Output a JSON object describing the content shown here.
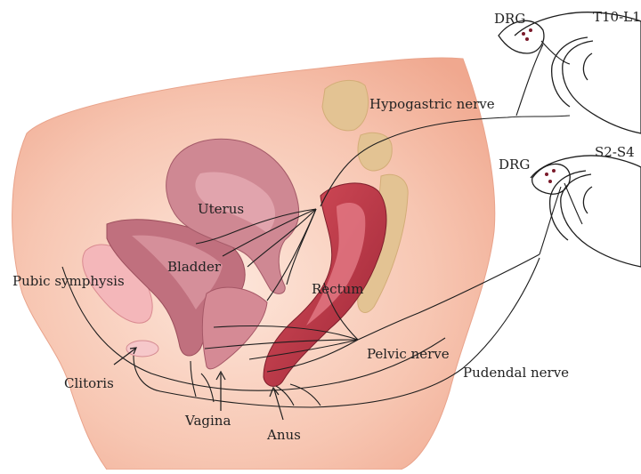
{
  "labels": {
    "drg_upper": "DRG",
    "segment_upper": "T10-L1",
    "drg_lower": "DRG",
    "segment_lower": "S2-S4",
    "hypogastric": "Hypogastric nerve",
    "uterus": "Uterus",
    "bladder": "Bladder",
    "pubic": "Pubic symphysis",
    "rectum": "Rectum",
    "pelvic": "Pelvic nerve",
    "clitoris": "Clitoris",
    "pudendal": "Pudendal nerve",
    "vagina": "Vagina",
    "anus": "Anus"
  },
  "colors": {
    "body_skin": "#f4b9a3",
    "body_skin_light": "#fbe0d4",
    "uterus": "#c97f8a",
    "bladder": "#b86673",
    "rectum": "#c0394a",
    "rectum_inner": "#e07b82",
    "sacrum": "#e2c08f",
    "pubic_bone": "#f2b3b6",
    "nerve_line": "#1d1d1d"
  }
}
